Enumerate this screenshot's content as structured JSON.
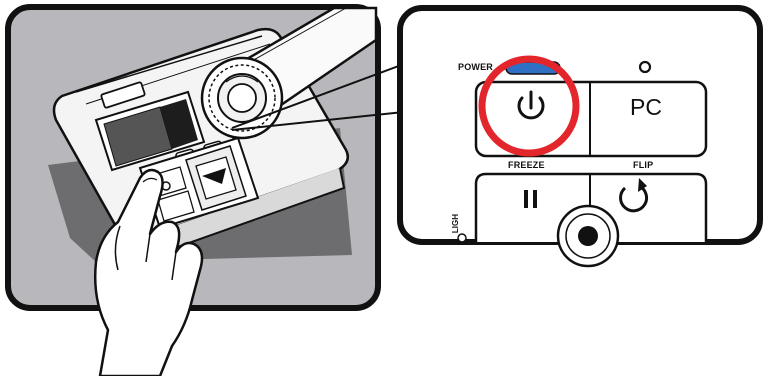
{
  "zoom_panel": {
    "power_label": "POWER",
    "pc_button_label": "PC",
    "freeze_label": "FREEZE",
    "flip_label": "FLIP",
    "side_label": "LIGH"
  },
  "colors": {
    "highlight_circle": "#e3262b",
    "power_led": "#2f6fc4",
    "left_panel_bg": "#b8b8bc",
    "device_shadow": "#6d6d70",
    "outline": "#111111"
  },
  "icons": {
    "power_button": "power-icon",
    "freeze_button": "pause-icon",
    "flip_button": "rotate-icon",
    "pc_led": "ring-indicator-icon"
  }
}
